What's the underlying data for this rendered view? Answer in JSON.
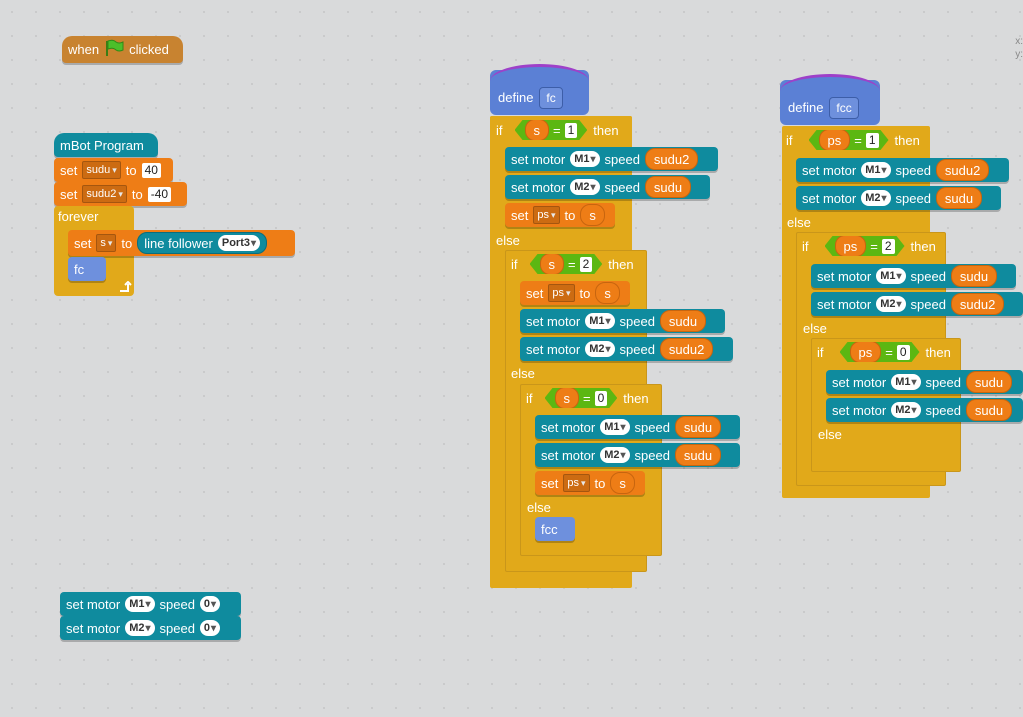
{
  "labels": {
    "when": "when",
    "clicked": "clicked",
    "mbot_program": "mBot Program",
    "set": "set",
    "to": "to",
    "forever": "forever",
    "line_follower": "line follower",
    "set_motor": "set motor",
    "speed": "speed",
    "define": "define",
    "if": "if",
    "then": "then",
    "else": "else",
    "eq": "="
  },
  "vars": {
    "s": "s",
    "ps": "ps",
    "sudu": "sudu",
    "sudu2": "sudu2"
  },
  "values": {
    "v40": "40",
    "vneg40": "-40",
    "v0": "0",
    "v1": "1",
    "v2": "2"
  },
  "ports": {
    "port3": "Port3"
  },
  "motors": {
    "m1": "M1",
    "m2": "M2"
  },
  "procs": {
    "fc": "fc",
    "fcc": "fcc"
  },
  "corner": {
    "x_label": "x:",
    "y_label": "y:"
  },
  "colors": {
    "events": "#c88330",
    "mbot": "#0f8b9e",
    "data": "#ee7d16",
    "control": "#e1a91a",
    "more_blocks": "#6e90dd",
    "operators": "#5cb712",
    "define_outline": "#9e40c9",
    "canvas": "#d9dadb"
  },
  "icons": {
    "flag": "green-flag-icon",
    "loop_arrow": "loop-arrow-icon"
  }
}
